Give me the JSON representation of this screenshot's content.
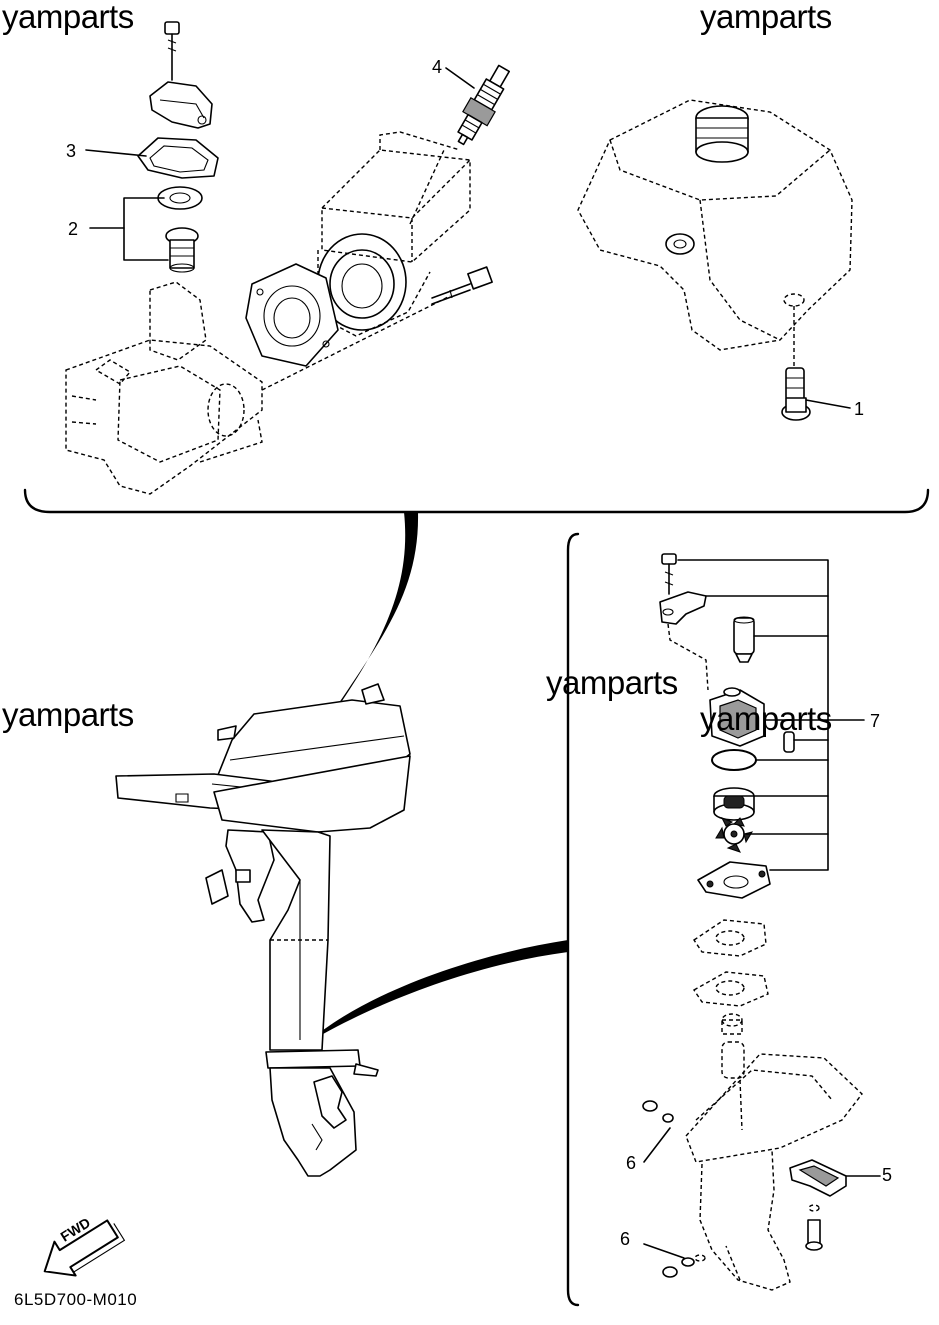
{
  "watermarks": [
    "yamparts",
    "yamparts",
    "yamparts",
    "yamparts",
    "yamparts"
  ],
  "callouts": [
    "1",
    "2",
    "3",
    "4",
    "5",
    "6",
    "6",
    "7"
  ],
  "fwd_label": "FWD",
  "diagram_code": "6L5D700-M010"
}
